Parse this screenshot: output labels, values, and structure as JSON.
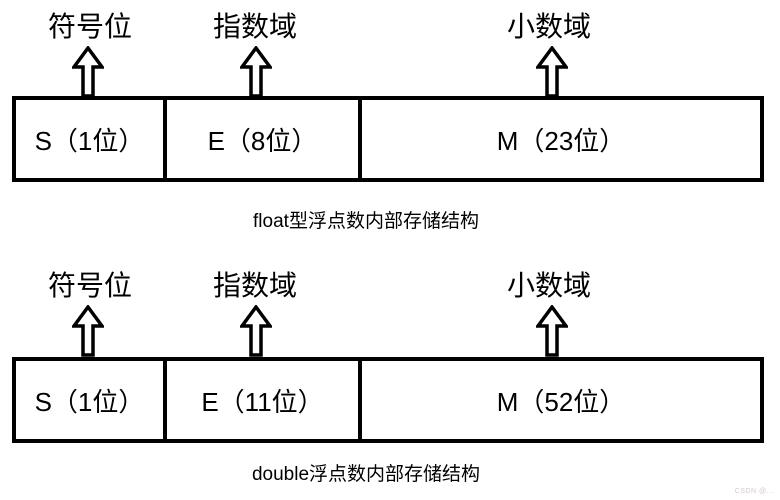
{
  "colors": {
    "ink": "#000000",
    "background": "#ffffff",
    "watermark": "#d3c9c9"
  },
  "diagrams": [
    {
      "name": "float",
      "labels": [
        "符号位",
        "指数域",
        "小数域"
      ],
      "cells": [
        "S（1位）",
        "E（8位）",
        "M（23位）"
      ],
      "caption": "float型浮点数内部存储结构"
    },
    {
      "name": "double",
      "labels": [
        "符号位",
        "指数域",
        "小数域"
      ],
      "cells": [
        "S（1位）",
        "E（11位）",
        "M（52位）"
      ],
      "caption": "double浮点数内部存储结构"
    }
  ],
  "watermark": "CSDN @..."
}
